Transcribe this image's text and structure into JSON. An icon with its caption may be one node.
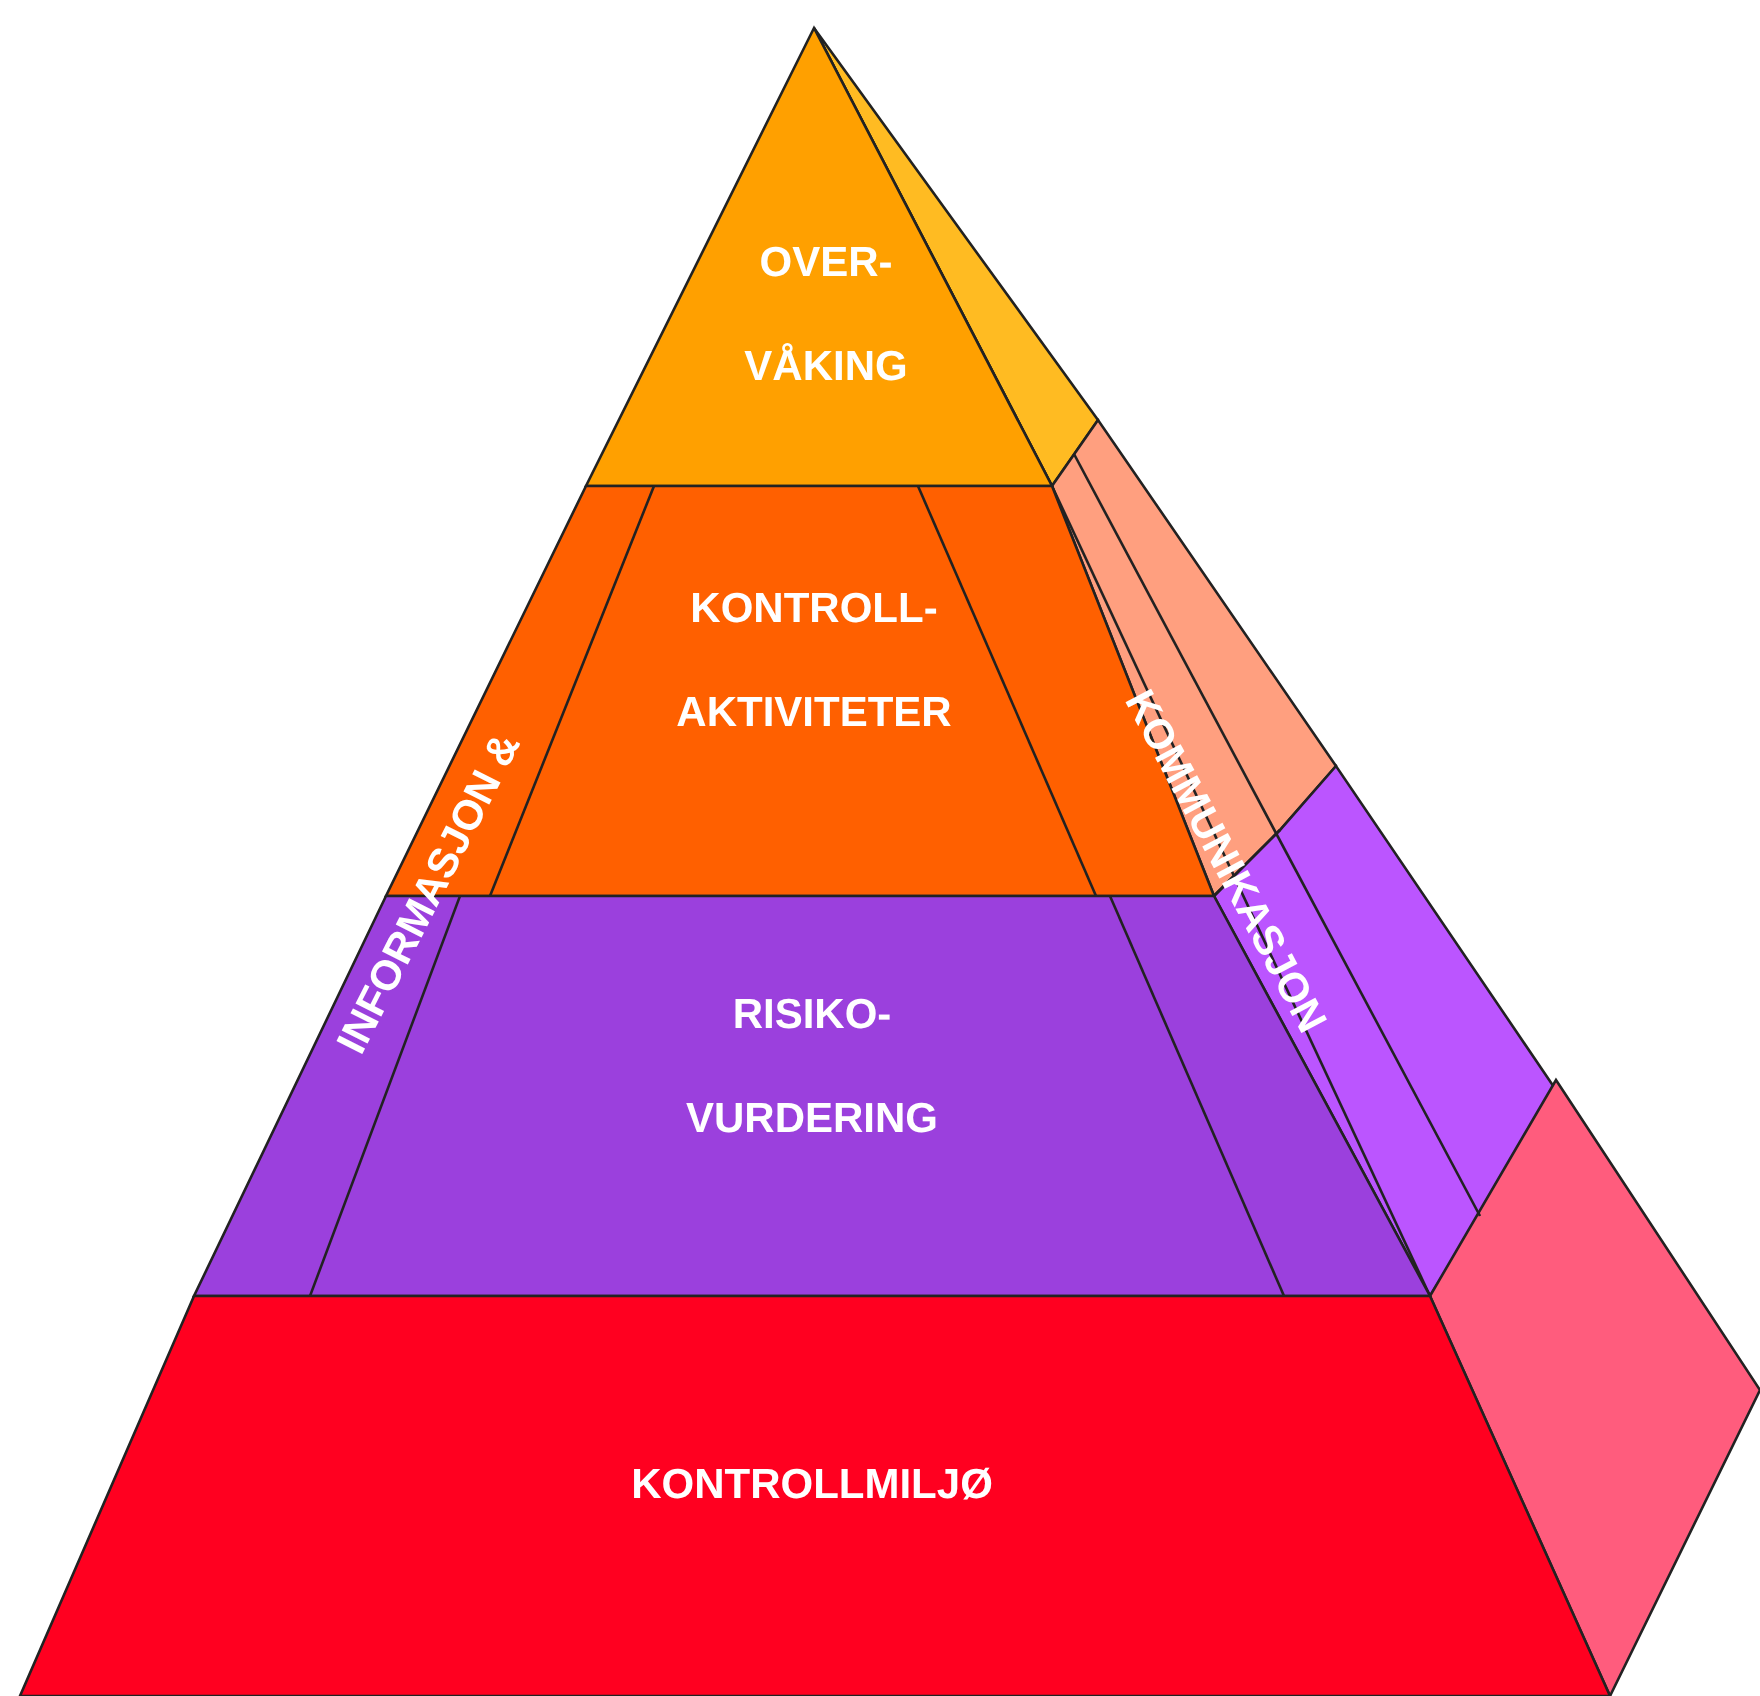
{
  "diagram": {
    "nodes": [
      {
        "text": [
          "OVER- VÅKING"
        ]
      },
      {
        "text": [
          "KONTROLL- AKTIVITETER"
        ]
      },
      {
        "text": [
          "RISIKO- VURDERING"
        ]
      },
      {
        "text": [
          "KONTROLLMILJØ"
        ]
      }
    ],
    "labels": [
      "INFORMASJON &",
      "KOMMUNIKASJON"
    ]
  }
}
